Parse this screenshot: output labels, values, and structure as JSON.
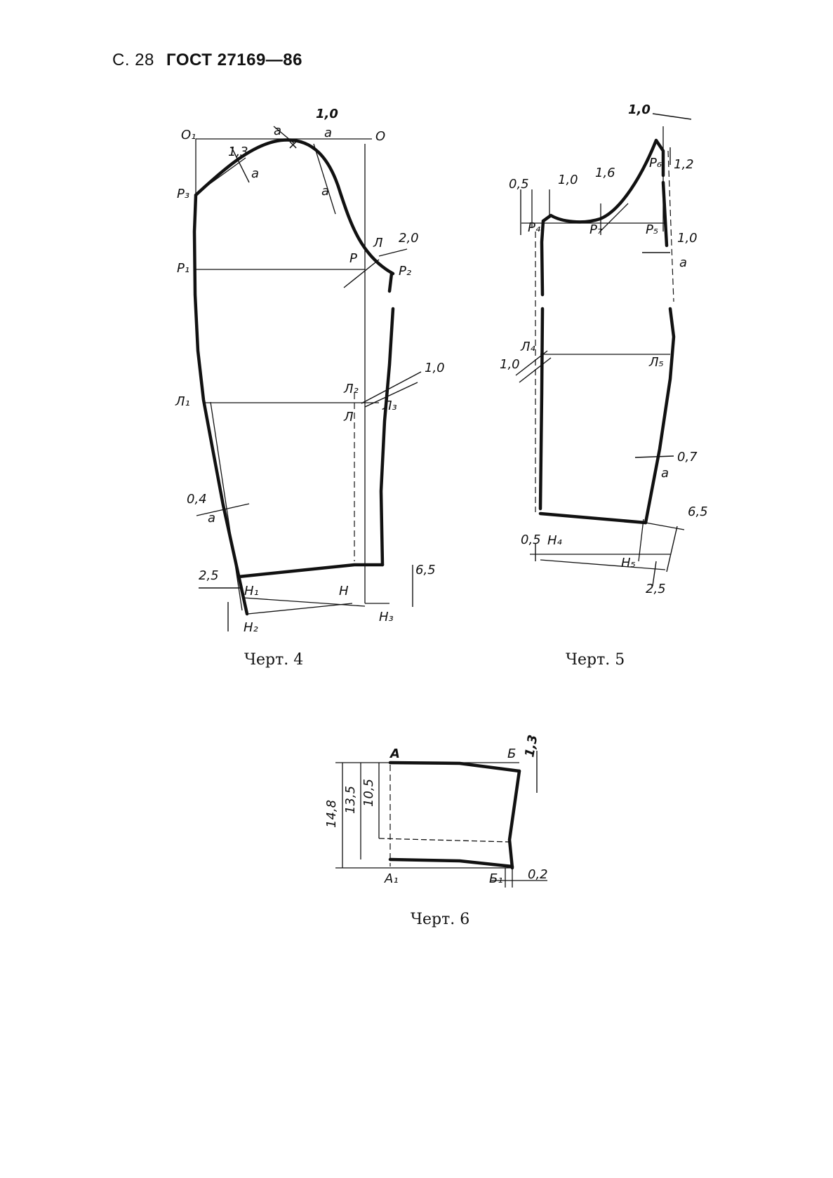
{
  "header": {
    "page": "С. 28",
    "standard": "ГОСТ 27169—86"
  },
  "figure4": {
    "caption": "Черт. 4",
    "points": {
      "O1": "О₁",
      "P3": "Р₃",
      "P1": "Р₁",
      "P2": "Р₂",
      "P": "Р",
      "L_top": "Л",
      "L1": "Л₁",
      "L2": "Л₂",
      "L": "Л",
      "L3": "Л₃",
      "H1": "Н₁",
      "H": "Н",
      "H2": "Н₂",
      "H3": "Н₃",
      "O": "О"
    },
    "dimensions": {
      "d10": "1,0",
      "d13": "1,3",
      "d20": "2,0",
      "d10b": "1,0",
      "d04": "0,4",
      "d25": "2,5",
      "d65": "6,5"
    },
    "marks": {
      "a": "а"
    }
  },
  "figure5": {
    "caption": "Черт. 5",
    "points": {
      "P4": "Р₄",
      "P7": "Р₇",
      "P5": "Р₅",
      "P6": "Р₆",
      "L4": "Л₄",
      "L5": "Л₅",
      "H4": "Н₄",
      "H5": "Н₅"
    },
    "dimensions": {
      "d10top": "1,0",
      "d05": "0,5",
      "d10a": "1,0",
      "d16": "1,6",
      "d12": "1,2",
      "d10r": "1,0",
      "d10l": "1,0",
      "d07": "0,7",
      "d65": "6,5",
      "d05b": "0,5",
      "d25": "2,5"
    },
    "marks": {
      "a": "а"
    }
  },
  "figure6": {
    "caption": "Черт. 6",
    "points": {
      "A": "А",
      "B": "Б",
      "A1": "А₁",
      "B1": "Б₁"
    },
    "dimensions": {
      "d148": "14,8",
      "d135": "13,5",
      "d105": "10,5",
      "d13": "1,3",
      "d02": "0,2"
    }
  }
}
